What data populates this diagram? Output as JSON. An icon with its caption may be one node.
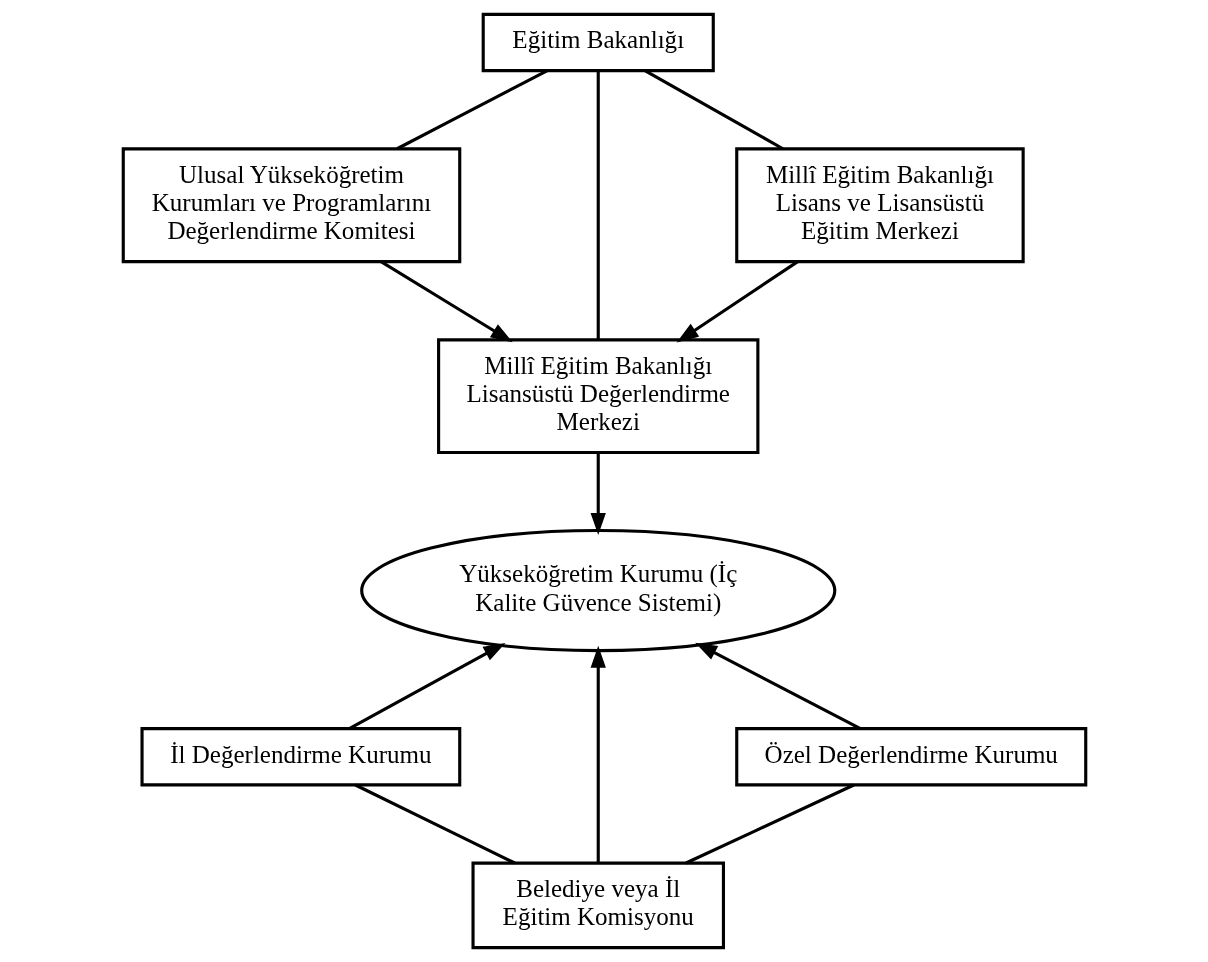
{
  "diagram": {
    "nodes": [
      {
        "text": [
          "Eğitim Bakanlığı"
        ]
      },
      {
        "text": [
          "Ulusal Yükseköğretim Kurumları ve Programlarını Değerlendirme Komitesi"
        ]
      },
      {
        "text": [
          "Millî Eğitim Bakanlığı Lisans ve Lisansüstü Eğitim Merkezi"
        ]
      },
      {
        "text": [
          "Millî Eğitim Bakanlığı Lisansüstü Değerlendirme Merkezi"
        ]
      },
      {
        "text": [
          "Yükseköğretim Kurumu (İç Kalite Güvence Sistemi)"
        ]
      },
      {
        "text": [
          "İl Değerlendirme Kurumu"
        ]
      },
      {
        "text": [
          "Özel Değerlendirme Kurumu"
        ]
      },
      {
        "text": [
          "Belediye veya İl Eğitim Komisyonu"
        ]
      }
    ],
    "edges": [
      {
        "from": 0,
        "to": 1,
        "arrow": "none"
      },
      {
        "from": 0,
        "to": 3,
        "arrow": "none"
      },
      {
        "from": 0,
        "to": 2,
        "arrow": "none"
      },
      {
        "from": 1,
        "to": 3,
        "arrow": "to"
      },
      {
        "from": 2,
        "to": 3,
        "arrow": "to"
      },
      {
        "from": 3,
        "to": 4,
        "arrow": "to"
      },
      {
        "from": 5,
        "to": 4,
        "arrow": "to"
      },
      {
        "from": 7,
        "to": 4,
        "arrow": "to"
      },
      {
        "from": 6,
        "to": 4,
        "arrow": "to"
      },
      {
        "from": 5,
        "to": 7,
        "arrow": "none"
      },
      {
        "from": 6,
        "to": 7,
        "arrow": "none"
      }
    ]
  }
}
